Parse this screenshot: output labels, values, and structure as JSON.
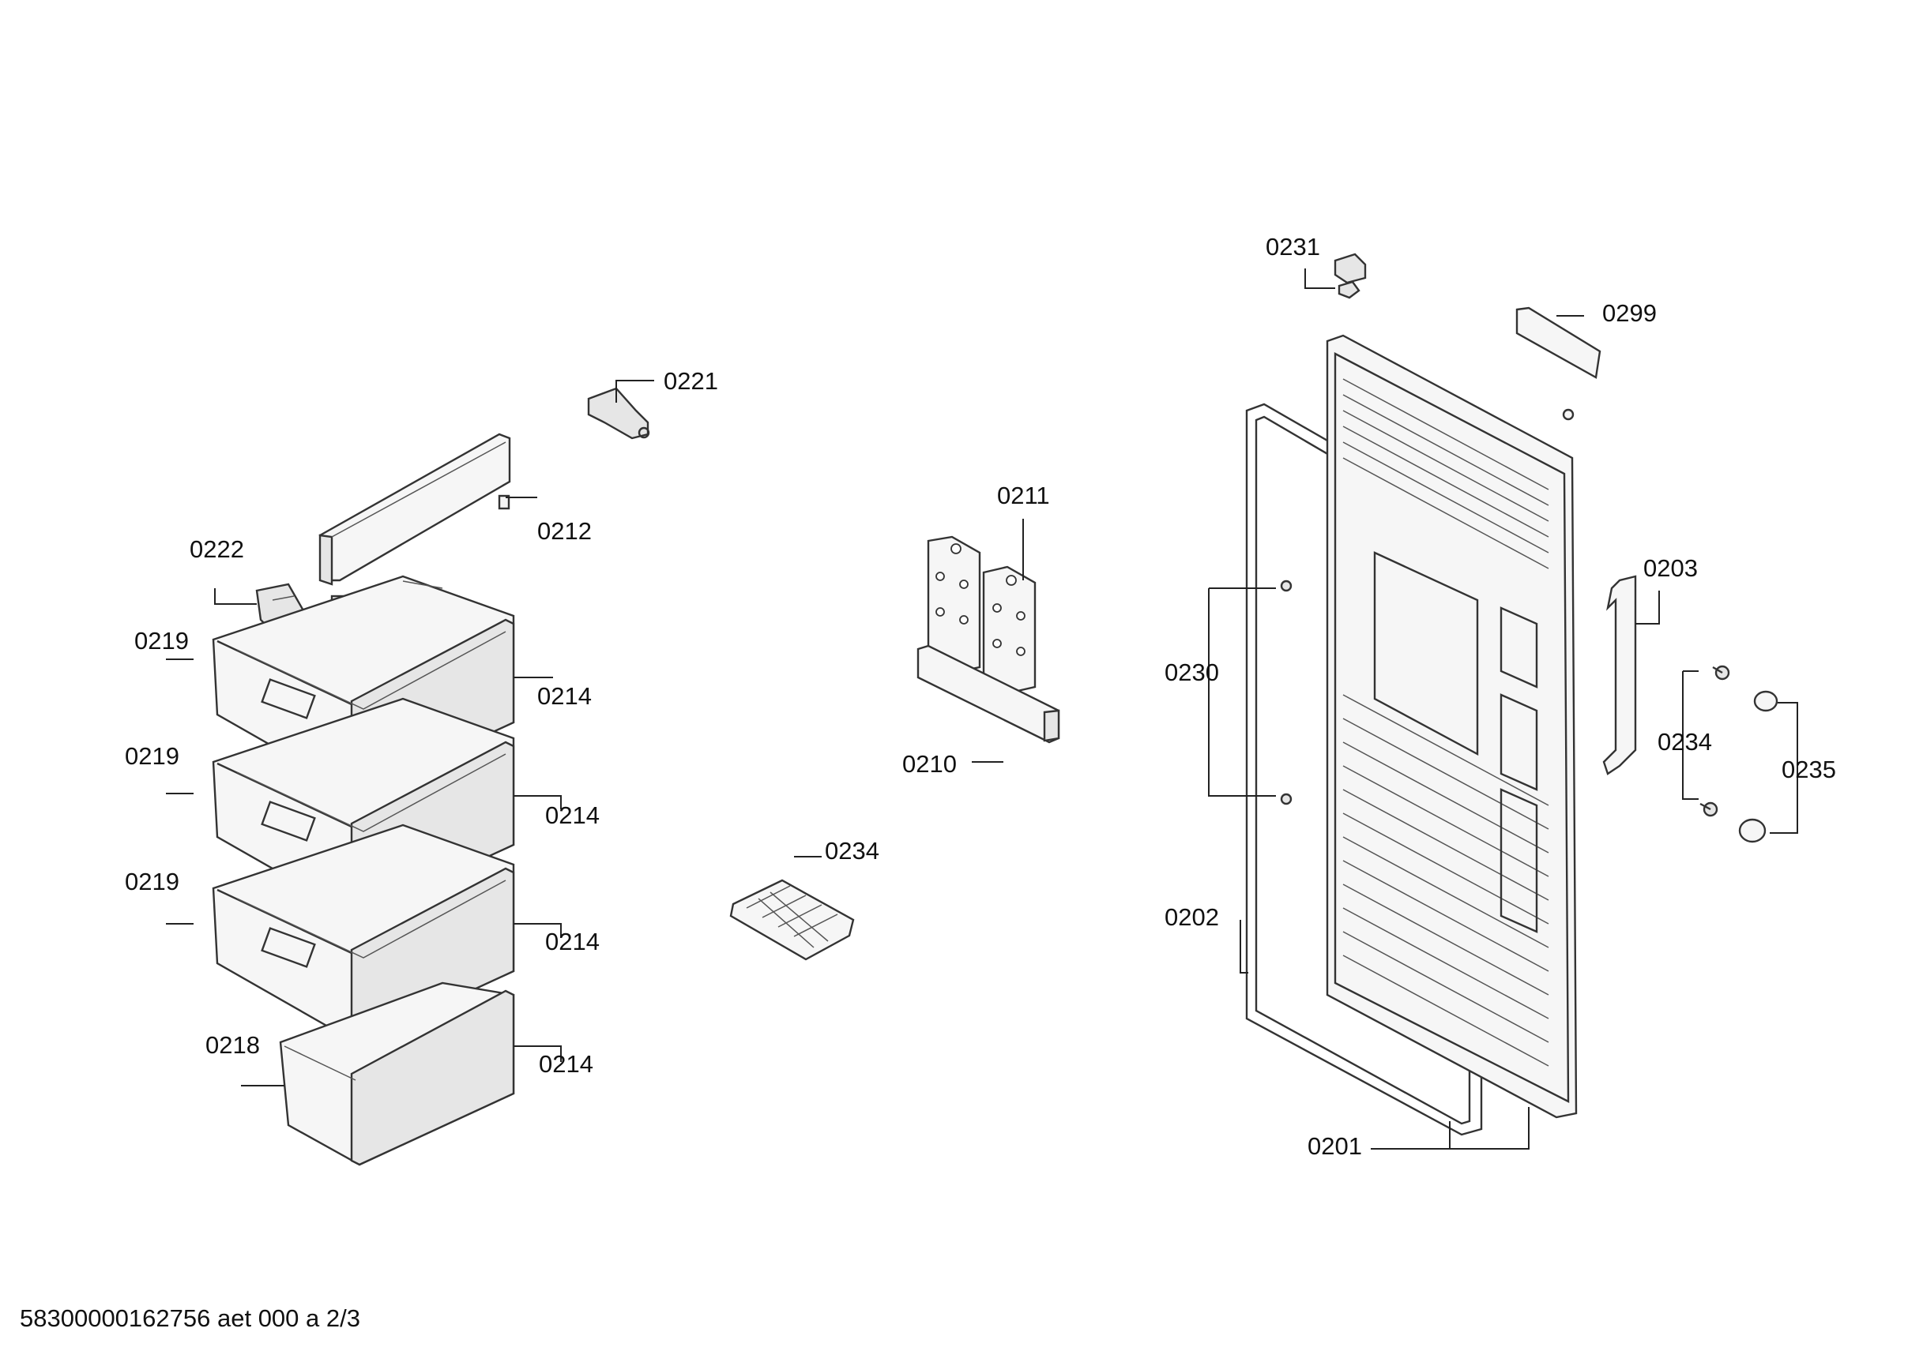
{
  "document_id": "58300000162756 aet 000 a 2/3",
  "parts": {
    "p0231": "0231",
    "p0299": "0299",
    "p0221": "0221",
    "p0212": "0212",
    "p0211": "0211",
    "p0222": "0222",
    "p0203": "0203",
    "p0219_a": "0219",
    "p0214_a": "0214",
    "p0230": "0230",
    "p0234_b": "0234",
    "p0219_b": "0219",
    "p0210": "0210",
    "p0235": "0235",
    "p0214_b": "0214",
    "p0234_a": "0234",
    "p0219_c": "0219",
    "p0202": "0202",
    "p0214_c": "0214",
    "p0218": "0218",
    "p0214_d": "0214",
    "p0201": "0201"
  }
}
